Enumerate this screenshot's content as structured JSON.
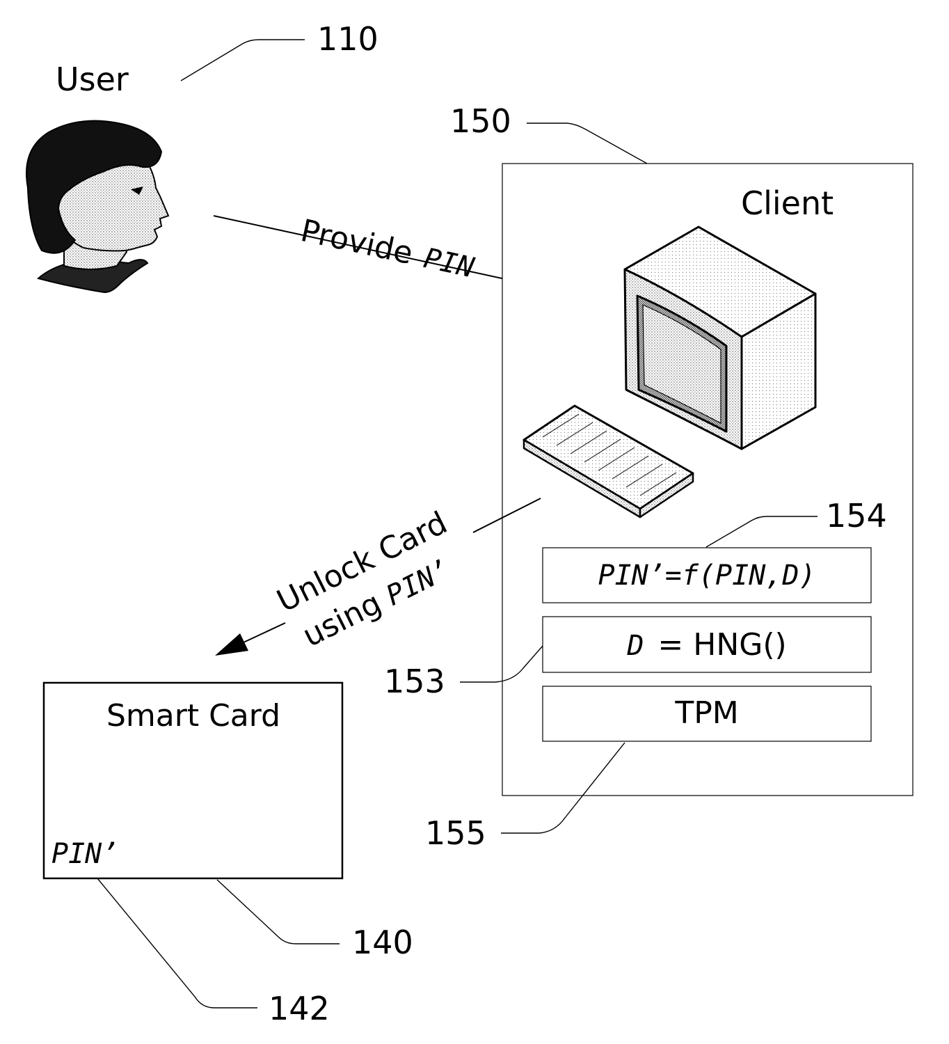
{
  "labels": {
    "user": "User",
    "client": "Client",
    "smart_card": "Smart Card",
    "provide_word": "Provide",
    "provide_pin": "PIN",
    "unlock_line1": "Unlock Card",
    "unlock_line2_word": "using",
    "unlock_line2_pin": "PIN’",
    "card_pin": "PIN’",
    "formula": "PIN’=f(PIN,D)",
    "hng_var": "D",
    "hng_eq": "= HNG()",
    "tpm": "TPM"
  },
  "refs": {
    "user": "110",
    "client": "150",
    "smart_card": "140",
    "card_pin": "142",
    "hng": "153",
    "formula": "154",
    "tpm": "155"
  },
  "icons": {
    "user": "person-head-icon",
    "client": "desktop-computer-icon",
    "keyboard": "keyboard-icon"
  }
}
